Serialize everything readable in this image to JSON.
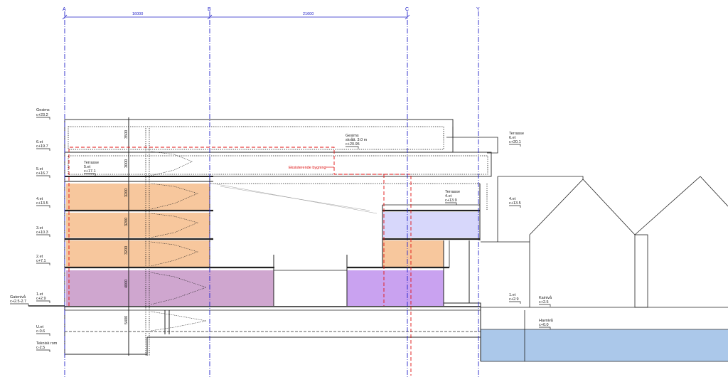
{
  "grid": {
    "A": "A",
    "B": "B",
    "C": "C",
    "Y": "Y"
  },
  "dimensions": {
    "ab": "16000",
    "bc": "21600"
  },
  "levels_left": {
    "gesims_name": "Gesims",
    "gesims_val": "c+23.2",
    "l6_name": "6.et",
    "l6_val": "c+19.7",
    "l5_name": "5.et",
    "l5_val": "c+16.7",
    "l4_name": "4.et",
    "l4_val": "c+13.5",
    "l3_name": "3.et",
    "l3_val": "c+10.3",
    "l2_name": "2.et",
    "l2_val": "c+7.1",
    "l1_name": "1.et",
    "l1_val": "c+2.9",
    "gateniva_name": "Gatenivå",
    "gateniva_val": "c+2.5-2.7",
    "u_name": "U.et",
    "u_val": "c-0.6",
    "teknisk_name": "Teknisk rom",
    "teknisk_val": "c-2.5"
  },
  "heights": {
    "h6": "3500",
    "h5": "3000",
    "h4": "3200",
    "h3": "3200",
    "h2": "3200",
    "h1": "4000",
    "hu": "5400"
  },
  "annotations": {
    "terrasse5_name": "Terrasse",
    "terrasse5_level": "5.et",
    "terrasse5_val": "c+17.1",
    "gesims_skraa_1": "Gesims",
    "gesims_skraa_2": "skrått. 3.0 m",
    "gesims_skraa_val": "c+20.95",
    "existing": "Eksisterende bygning",
    "terrasse4_name": "Terrasse",
    "terrasse4_level": "4.et",
    "terrasse4_val": "c+13.9",
    "terrasse6_name": "Terrasse",
    "terrasse6_level": "6.et",
    "terrasse6_val": "c+20.1",
    "r4_name": "4.et",
    "r4_val": "c+13.5",
    "r1_name": "1.et",
    "r1_val": "c+2.9",
    "kainiva_name": "Kainivå",
    "kainiva_val": "c+2.5",
    "havniva_name": "Havnivå",
    "havniva_val": "c+0.0"
  },
  "colors": {
    "orange": "#f7c79d",
    "purple": "#cfa6cf",
    "violet": "#c9a2f0",
    "lavender": "#d7d7fb",
    "water": "#abc8ea",
    "grid_blue": "#2323c8",
    "red": "#e01010"
  }
}
